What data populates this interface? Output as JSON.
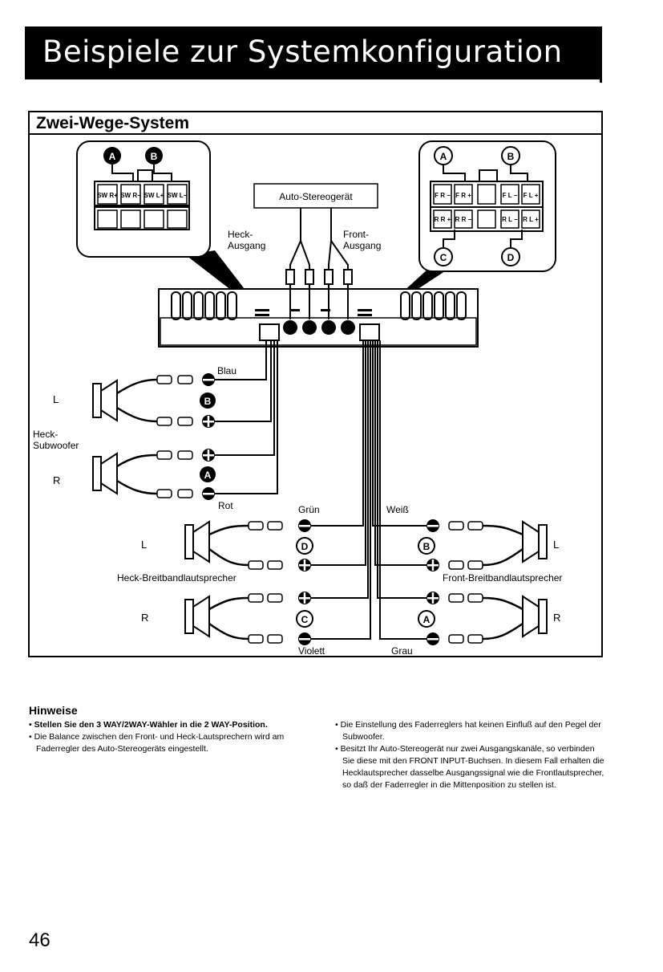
{
  "page": {
    "title": "Beispiele zur Systemkonfiguration",
    "page_number": "46"
  },
  "section": {
    "heading": "Zwei-Wege-System"
  },
  "diagram": {
    "stereo_label": "Auto-Stereogerät",
    "rear_output": [
      "Heck-",
      "Ausgang"
    ],
    "front_output": [
      "Front-",
      "Ausgang"
    ],
    "markers": {
      "a": "A",
      "b": "B",
      "c": "C",
      "d": "D"
    },
    "left_inset_terminals": [
      "SW R+",
      "SW R−",
      "SW L+",
      "SW L−"
    ],
    "right_inset_top_terminals": [
      "F R −",
      "F R +",
      "F L −",
      "F L +"
    ],
    "right_inset_bottom_terminals": [
      "R R +",
      "R R −",
      "R L −",
      "R L +"
    ],
    "wire_colors": {
      "blue": "Blau",
      "red": "Rot",
      "green": "Grün",
      "white": "Weiß",
      "violet": "Violett",
      "gray": "Grau"
    },
    "side_left": "L",
    "side_right": "R",
    "subwoofer_label": [
      "Heck-",
      "Subwoofer"
    ],
    "rear_speakers_label": "Heck-Breitbandlautsprecher",
    "front_speakers_label": "Front-Breitbandlautsprecher"
  },
  "notes": {
    "heading": "Hinweise",
    "left_column": [
      {
        "text": "• Stellen Sie den 3 WAY/2WAY-Wähler in die 2 WAY-Position.",
        "bold": true
      },
      {
        "text": "• Die Balance zwischen den Front- und Heck-Lautsprechern wird am Faderregler des Auto-Stereogeräts eingestellt.",
        "bold": false
      }
    ],
    "right_column": [
      {
        "text": "• Die Einstellung des Faderreglers hat keinen Einfluß auf den Pegel der Subwoofer.",
        "bold": false
      },
      {
        "text": "• Besitzt Ihr Auto-Stereogerät nur zwei Ausgangskanäle, so verbinden Sie diese mit den FRONT INPUT-Buchsen. In diesem Fall erhalten die Hecklautsprecher dasselbe Ausgangssignal wie die Frontlautsprecher, so daß der Faderregler in die Mittenposition zu stellen ist.",
        "bold": false
      }
    ]
  }
}
